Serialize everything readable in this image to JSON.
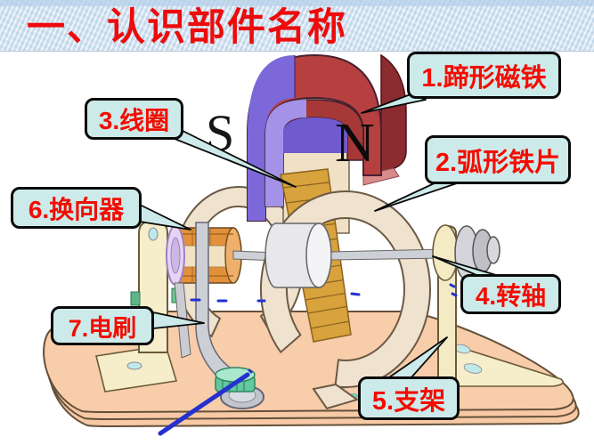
{
  "slide": {
    "title": "一、认识部件名称"
  },
  "diagram": {
    "magnet_letters": {
      "south": "S",
      "north": "N"
    },
    "labels": [
      {
        "num": "1",
        "text": "1.蹄形磁铁"
      },
      {
        "num": "2",
        "text": "2.弧形铁片"
      },
      {
        "num": "3",
        "text": "3.线圈"
      },
      {
        "num": "4",
        "text": "4.转轴"
      },
      {
        "num": "5",
        "text": "5.支架"
      },
      {
        "num": "6",
        "text": "6.换向器"
      },
      {
        "num": "7",
        "text": "7.电刷"
      }
    ],
    "colors": {
      "label_bg": "#cdeaea",
      "label_text": "#f30d00",
      "title_text": "#ed0b0b",
      "header_bg": "#cfe2f1",
      "magnet_south_purple": "#7c68d8",
      "magnet_north_red": "#b64040",
      "base_board": "#f7c9a5",
      "bracket_cream": "#f6eecb",
      "coil_gold": "#d8a23c",
      "commutator_orange": "#e2903a",
      "shaft_grey": "#cdd0d6",
      "wire_blue": "#2431cf",
      "knob_green": "#63c89e",
      "ring_cream": "#efe2cf"
    }
  }
}
